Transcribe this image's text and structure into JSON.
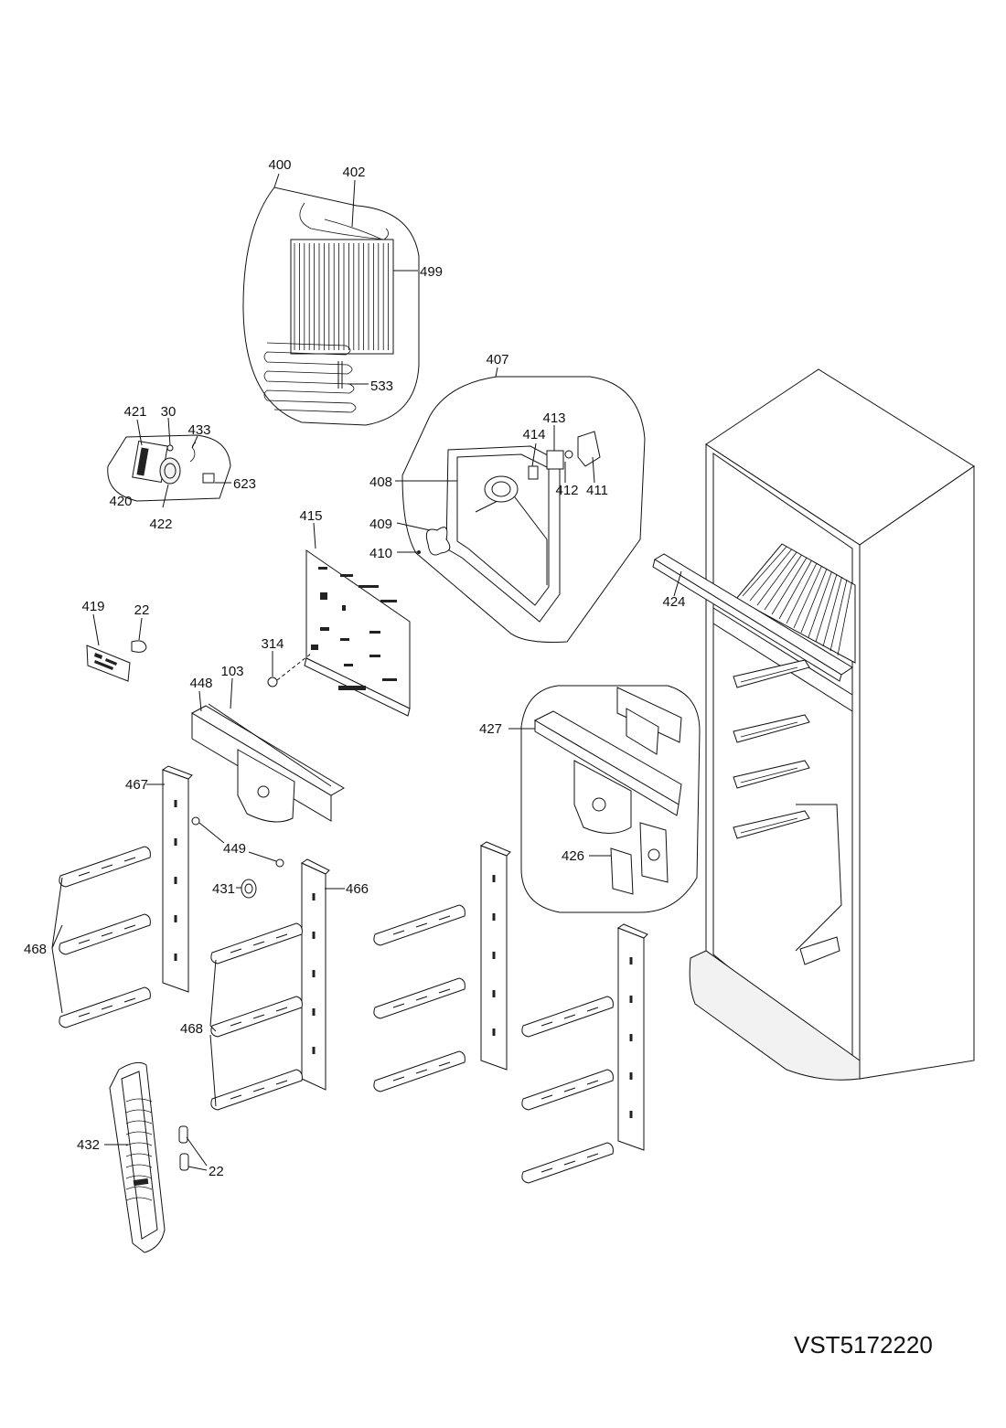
{
  "labels": {
    "l400": "400",
    "l402": "402",
    "l499": "499",
    "l533": "533",
    "l407": "407",
    "l413": "413",
    "l414": "414",
    "l408": "408",
    "l412": "412",
    "l411": "411",
    "l409": "409",
    "l410": "410",
    "l421": "421",
    "l30": "30",
    "l433": "433",
    "l623": "623",
    "l420": "420",
    "l422": "422",
    "l415": "415",
    "l419": "419",
    "l22a": "22",
    "l314": "314",
    "l448": "448",
    "l103": "103",
    "l424": "424",
    "l427": "427",
    "l426": "426",
    "l467": "467",
    "l449": "449",
    "l431": "431",
    "l466": "466",
    "l468a": "468",
    "l468b": "468",
    "l432": "432",
    "l22b": "22"
  },
  "drawing_code": "VST5172220",
  "colors": {
    "line": "#111111",
    "background": "#ffffff"
  }
}
